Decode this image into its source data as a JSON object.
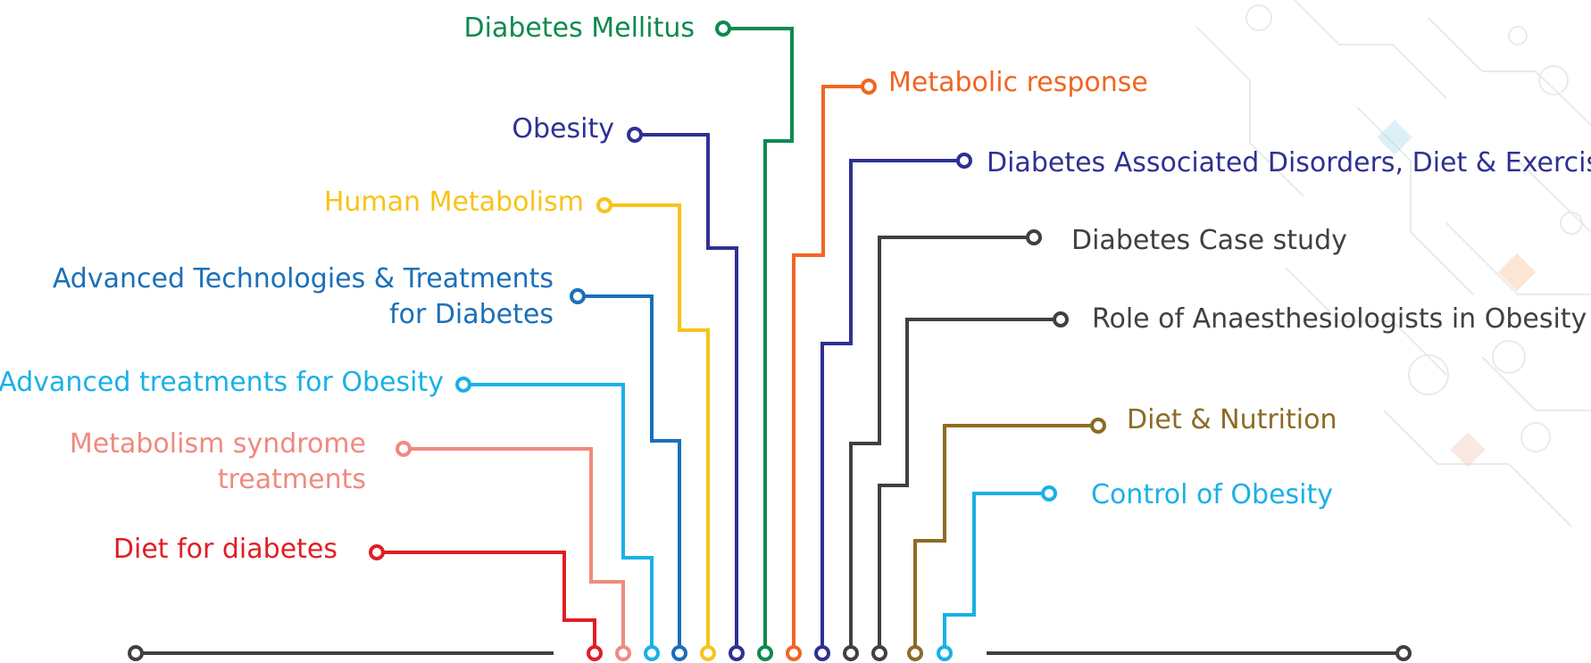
{
  "colors": {
    "baseline": "#404040",
    "red": "#e01e24",
    "salmon": "#ef8a80",
    "cyan": "#1ab0e8",
    "blue": "#1b6fb8",
    "yellow": "#f7c31a",
    "navy": "#2e3192",
    "green": "#0c8a4d",
    "orange": "#f26522",
    "darkgray": "#404040",
    "brown": "#8c6b24"
  },
  "topics": [
    {
      "id": "diabetes-mellitus",
      "text": "Diabetes Mellitus",
      "color": "green"
    },
    {
      "id": "metabolic-response",
      "text": "Metabolic response",
      "color": "orange"
    },
    {
      "id": "obesity",
      "text": "Obesity",
      "color": "navy"
    },
    {
      "id": "diabetes-associated-disorders",
      "text": "Diabetes Associated Disorders, Diet & Exercise",
      "color": "navy"
    },
    {
      "id": "human-metabolism",
      "text": "Human Metabolism",
      "color": "yellow"
    },
    {
      "id": "diabetes-case-study",
      "text": "Diabetes Case study",
      "color": "darkgray"
    },
    {
      "id": "advanced-technologies",
      "text": "Advanced Technologies & Treatments",
      "text2": "for Diabetes",
      "color": "blue"
    },
    {
      "id": "role-of-anaesthesiologists",
      "text": "Role of Anaesthesiologists in Obesity",
      "color": "darkgray"
    },
    {
      "id": "advanced-treatments-obesity",
      "text": "Advanced treatments for Obesity",
      "color": "cyan"
    },
    {
      "id": "diet-nutrition",
      "text": "Diet & Nutrition",
      "color": "brown"
    },
    {
      "id": "metabolism-syndrome",
      "text": "Metabolism syndrome",
      "text2": "treatments",
      "color": "salmon"
    },
    {
      "id": "control-of-obesity",
      "text": "Control of Obesity",
      "color": "cyan"
    },
    {
      "id": "diet-for-diabetes",
      "text": "Diet for diabetes",
      "color": "red"
    }
  ]
}
